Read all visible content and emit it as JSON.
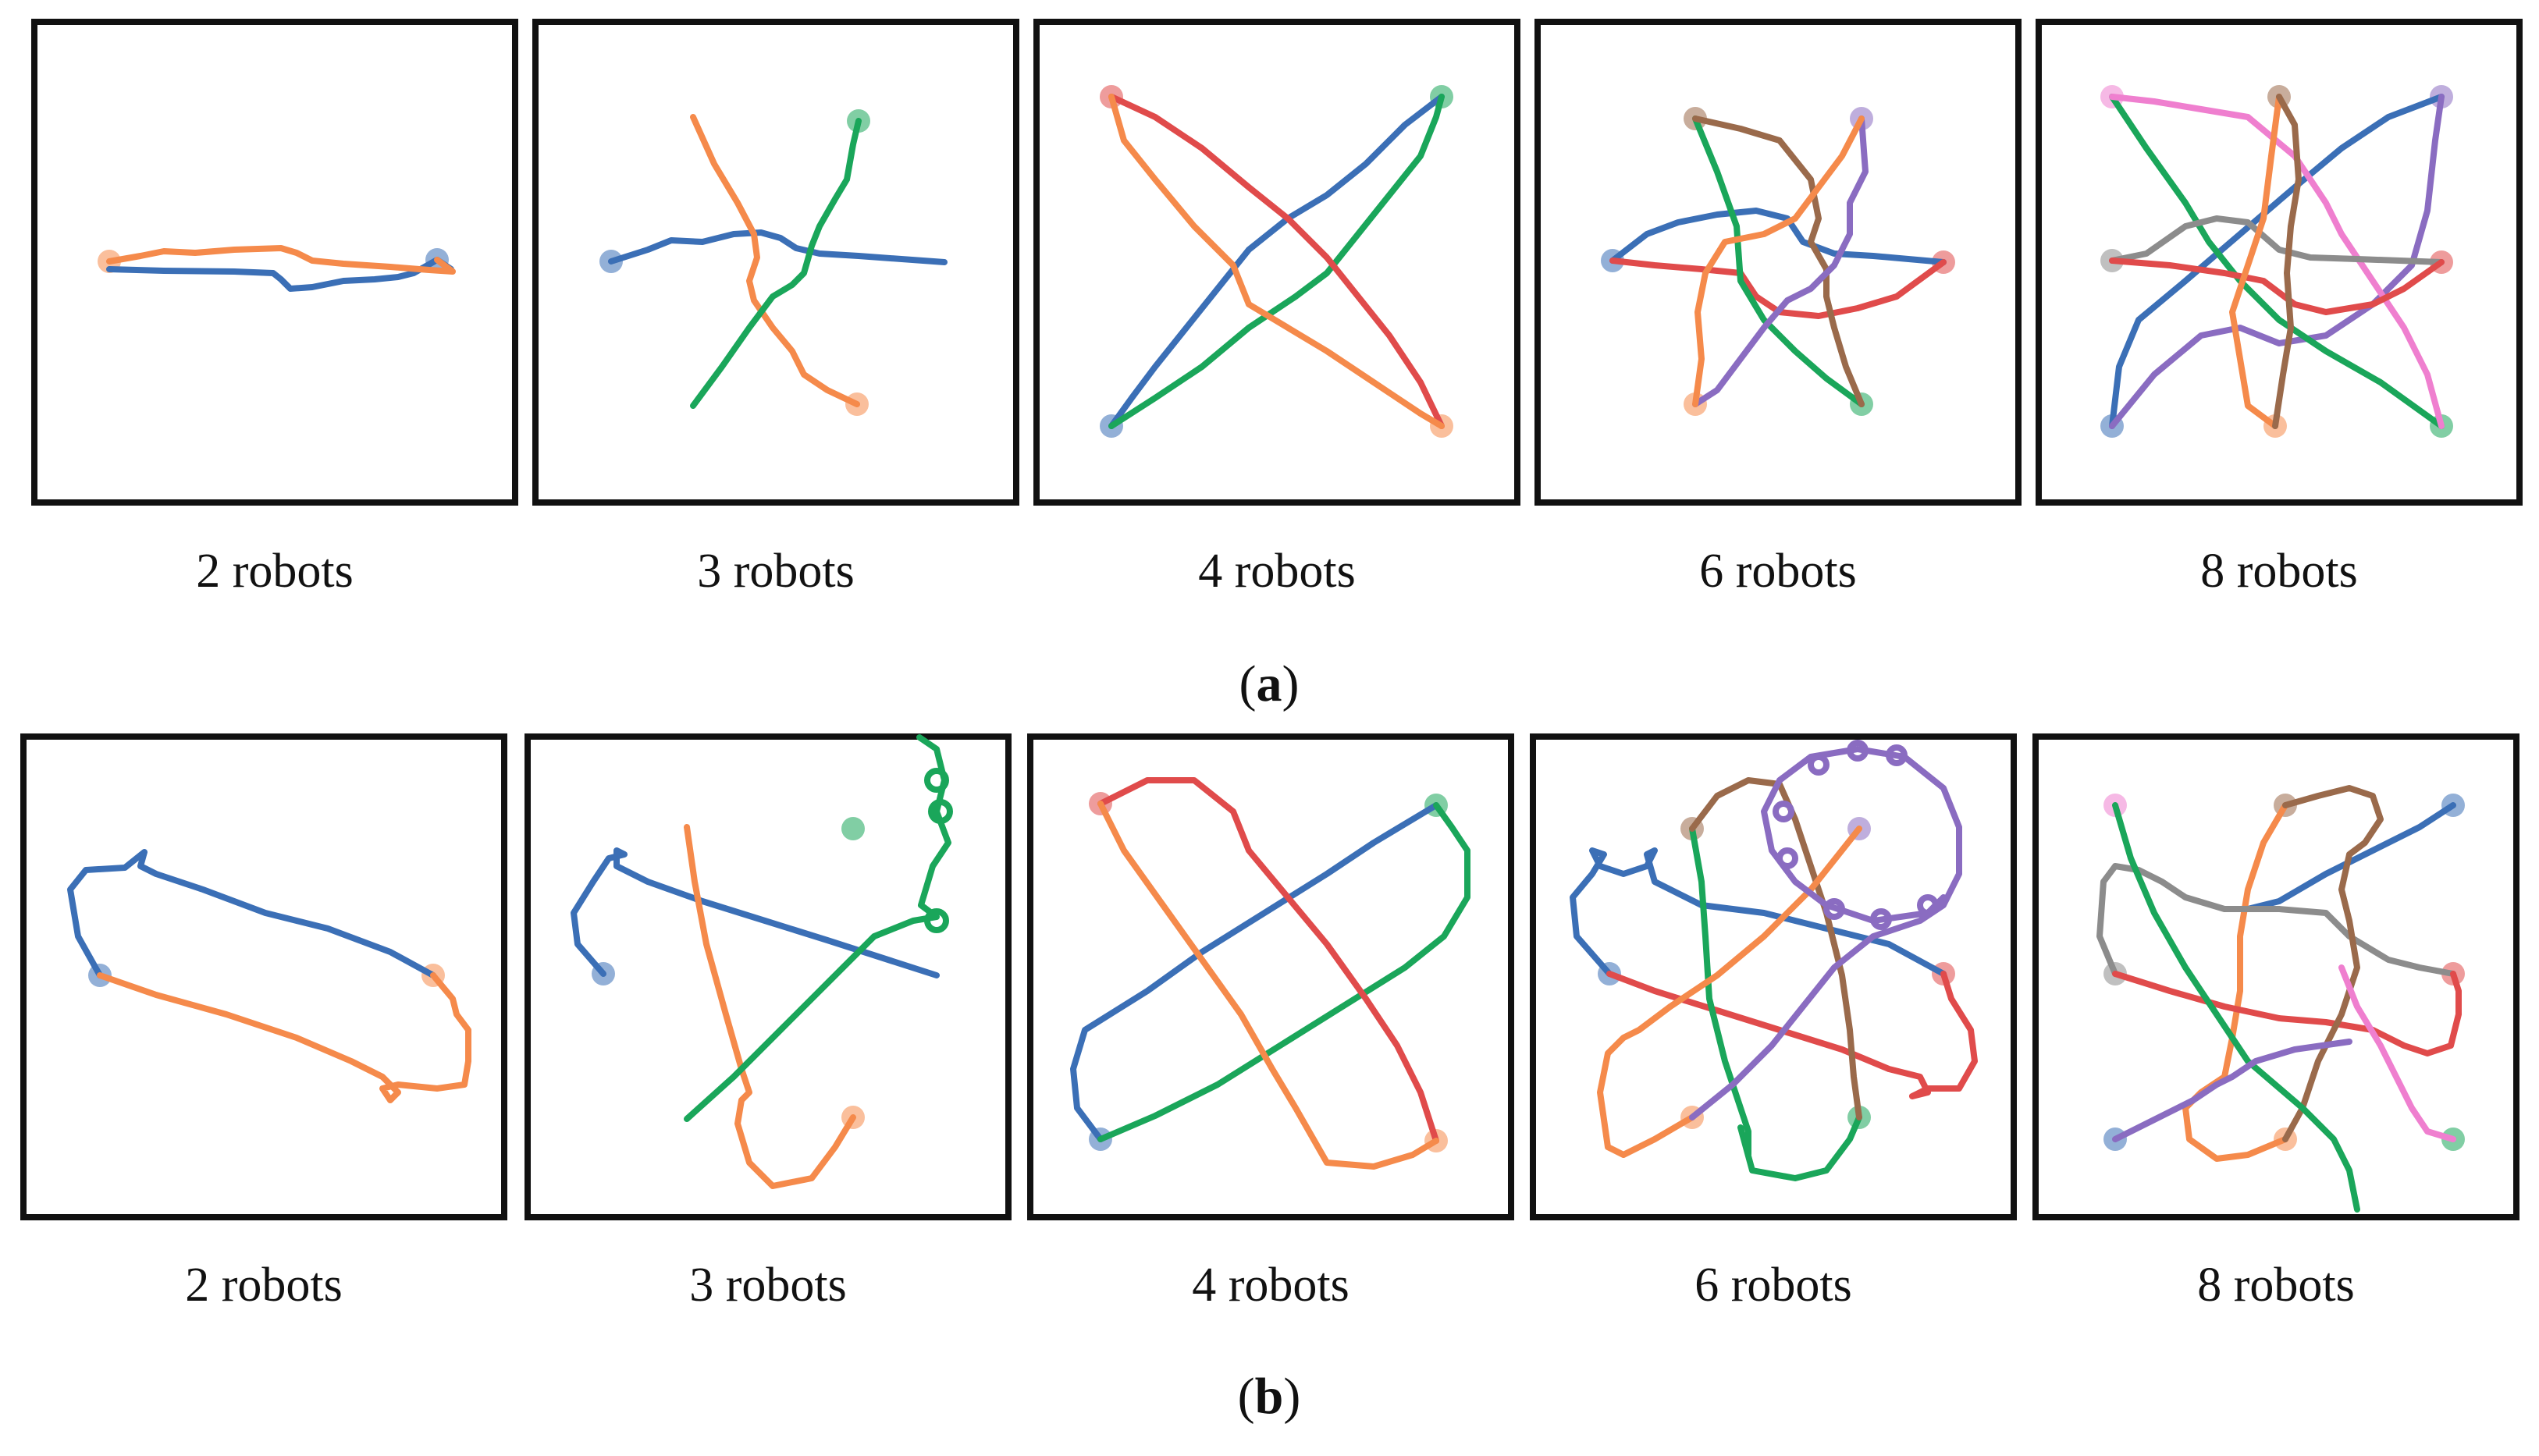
{
  "colors": {
    "blue": "#3b6fb6",
    "orange": "#f58a4b",
    "green": "#1aa65a",
    "red": "#e04b4b",
    "purple": "#8a6cc1",
    "brown": "#9a6a4b",
    "pink": "#ef7fcf",
    "gray": "#8c8c8c",
    "frame": "#111111"
  },
  "rows": [
    {
      "caption_open": "(",
      "caption_letter": "a",
      "caption_close": ")",
      "panels": [
        {
          "label": "2 robots",
          "robot_count": 2
        },
        {
          "label": "3 robots",
          "robot_count": 3
        },
        {
          "label": "4 robots",
          "robot_count": 4
        },
        {
          "label": "6 robots",
          "robot_count": 6
        },
        {
          "label": "8 robots",
          "robot_count": 8
        }
      ]
    },
    {
      "caption_open": "(",
      "caption_letter": "b",
      "caption_close": ")",
      "panels": [
        {
          "label": "2 robots",
          "robot_count": 2
        },
        {
          "label": "3 robots",
          "robot_count": 3
        },
        {
          "label": "4 robots",
          "robot_count": 4
        },
        {
          "label": "6 robots",
          "robot_count": 6
        },
        {
          "label": "8 robots",
          "robot_count": 8
        }
      ]
    }
  ]
}
